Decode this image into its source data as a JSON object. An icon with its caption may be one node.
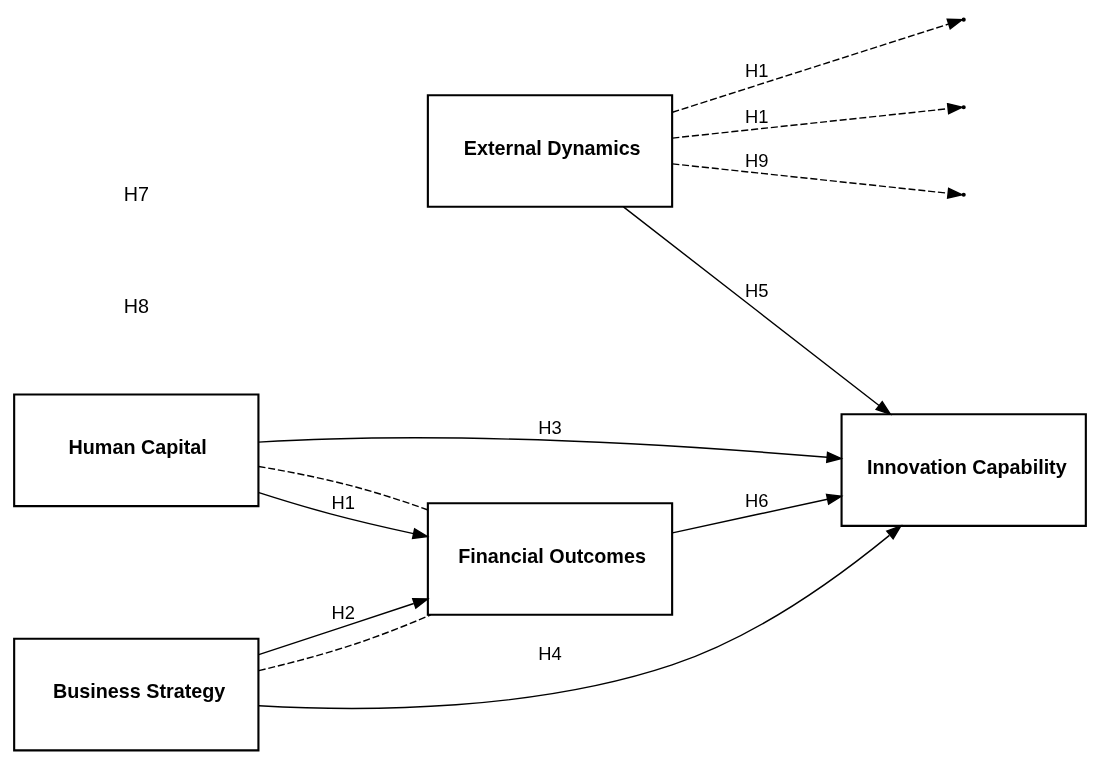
{
  "diagram": {
    "nodes": [
      {
        "text": [
          "Business Strategy"
        ]
      },
      {
        "text": [
          "External Dynamics"
        ]
      },
      {
        "text": [
          "Financial Outcomes"
        ]
      },
      {
        "text": [
          "Innovation Capability"
        ]
      },
      {
        "text": [
          "Human Capital"
        ]
      }
    ],
    "edges": [
      {
        "from": 0,
        "to": 3,
        "arrow": "to",
        "label": "H4"
      },
      {
        "from": 0,
        "to": 2,
        "arrow": "to",
        "label": "H2"
      },
      {
        "from": 0,
        "to": 2,
        "arrow": "none",
        "style": "dashed"
      },
      {
        "from": 1,
        "to": null,
        "arrow": "to",
        "style": "dashed",
        "label": "H1"
      },
      {
        "from": 1,
        "to": null,
        "arrow": "to",
        "style": "dashed",
        "label": "H1"
      },
      {
        "from": 1,
        "to": null,
        "arrow": "to",
        "style": "dashed",
        "label": "H9"
      },
      {
        "from": 1,
        "to": 3,
        "arrow": "to",
        "label": "H5"
      },
      {
        "from": 2,
        "to": 3,
        "arrow": "to",
        "label": "H6"
      },
      {
        "from": 4,
        "to": 2,
        "arrow": "to",
        "label": "H1"
      },
      {
        "from": 4,
        "to": 2,
        "arrow": "none",
        "style": "dashed"
      },
      {
        "from": 4,
        "to": 3,
        "arrow": "to",
        "label": "H3"
      }
    ],
    "labels": [
      "H8",
      "H7"
    ]
  }
}
